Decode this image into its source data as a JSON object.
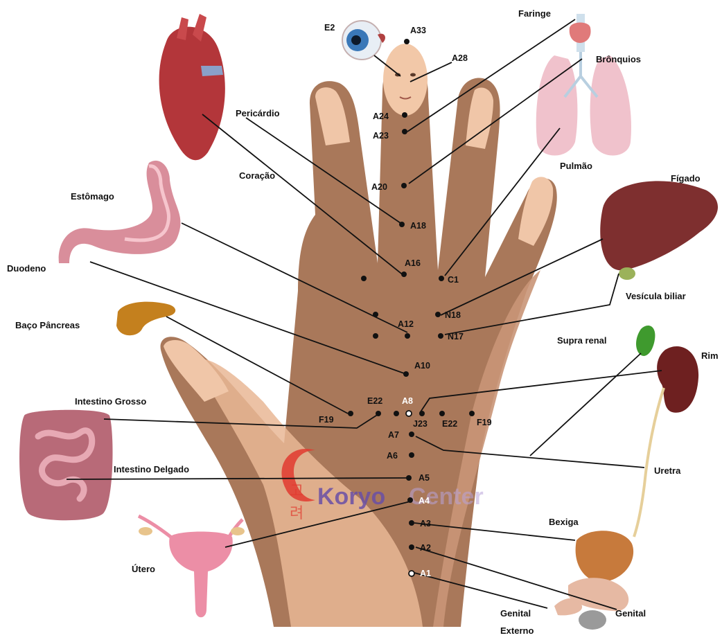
{
  "organs": {
    "faringe": "Faringe",
    "bronquios": "Brônquios",
    "pulmao": "Pulmão",
    "figado": "Fígado",
    "vesicula": "Vesícula biliar",
    "supra_renal": "Supra renal",
    "rim": "Rim",
    "uretra": "Uretra",
    "bexiga": "Bexiga",
    "genital": "Genital",
    "genital_externo_1": "Genital",
    "genital_externo_2": "Externo",
    "pericardio": "Pericárdio",
    "coracao": "Coração",
    "estomago": "Estômago",
    "duodeno": "Duodeno",
    "baco_pancreas": "Baço Pâncreas",
    "intestino_grosso": "Intestino Grosso",
    "intestino_delgado": "Intestino Delgado",
    "utero": "Útero"
  },
  "points": {
    "E2": "E2",
    "A33": "A33",
    "A28": "A28",
    "A24": "A24",
    "A23": "A23",
    "A20": "A20",
    "A18": "A18",
    "A16": "A16",
    "C1": "C1",
    "A12": "A12",
    "N18": "N18",
    "N17": "N17",
    "A10": "A10",
    "E22_left": "E22",
    "A8": "A8",
    "F19_left": "F19",
    "J23": "J23",
    "E22_right": "E22",
    "F19_right": "F19",
    "A7": "A7",
    "A6": "A6",
    "A5": "A5",
    "A4": "A4",
    "A3": "A3",
    "A2": "A2",
    "A1": "A1"
  },
  "watermark": {
    "brand": "Koryo",
    "suffix": "Center",
    "hangul_1": "고",
    "hangul_2": "려"
  },
  "colors": {
    "hand_outer": "#a9785a",
    "hand_inner": "#e9b795",
    "dot": "#111111",
    "brand_red": "#e23a2f",
    "brand_purple": "#6a4fa6"
  }
}
